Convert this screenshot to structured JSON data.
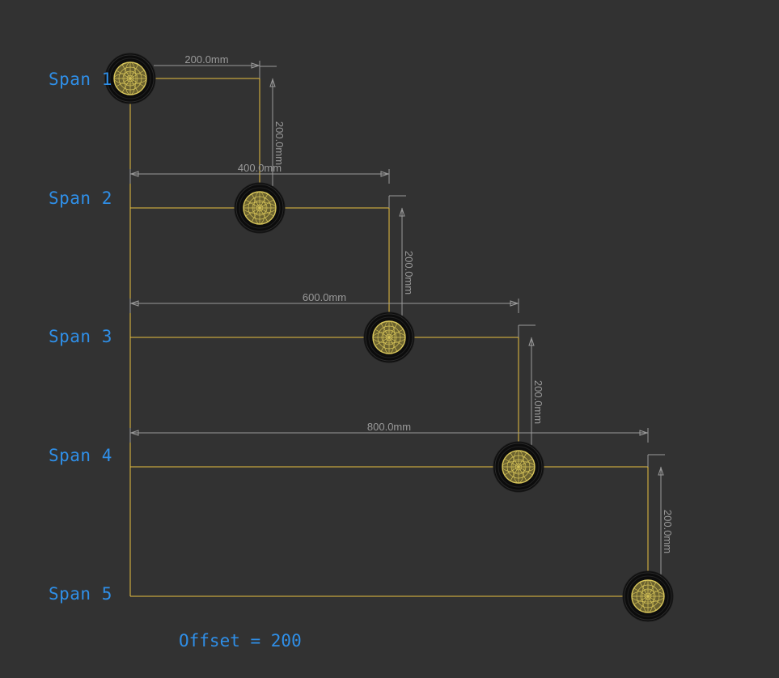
{
  "spans": [
    {
      "label": "Span 1"
    },
    {
      "label": "Span 2"
    },
    {
      "label": "Span 3"
    },
    {
      "label": "Span 4"
    },
    {
      "label": "Span 5"
    }
  ],
  "offset_label": "Offset = 200",
  "horizontal_dimensions": [
    {
      "text": "200.0mm",
      "value_mm": 200
    },
    {
      "text": "400.0mm",
      "value_mm": 400
    },
    {
      "text": "600.0mm",
      "value_mm": 600
    },
    {
      "text": "800.0mm",
      "value_mm": 800
    }
  ],
  "vertical_dimensions": [
    {
      "text": "200.0mm",
      "value_mm": 200
    },
    {
      "text": "200.0mm",
      "value_mm": 200
    },
    {
      "text": "200.0mm",
      "value_mm": 200
    },
    {
      "text": "200.0mm",
      "value_mm": 200
    }
  ],
  "colors": {
    "background": "#323232",
    "path_line": "#e8c040",
    "dimension_line": "#9a9a9a",
    "label": "#2f8fe8",
    "wheel_tire": "#0c0c0c",
    "wheel_rim": "#d8c65a"
  },
  "icons": {
    "wheel": "wheel-icon"
  }
}
